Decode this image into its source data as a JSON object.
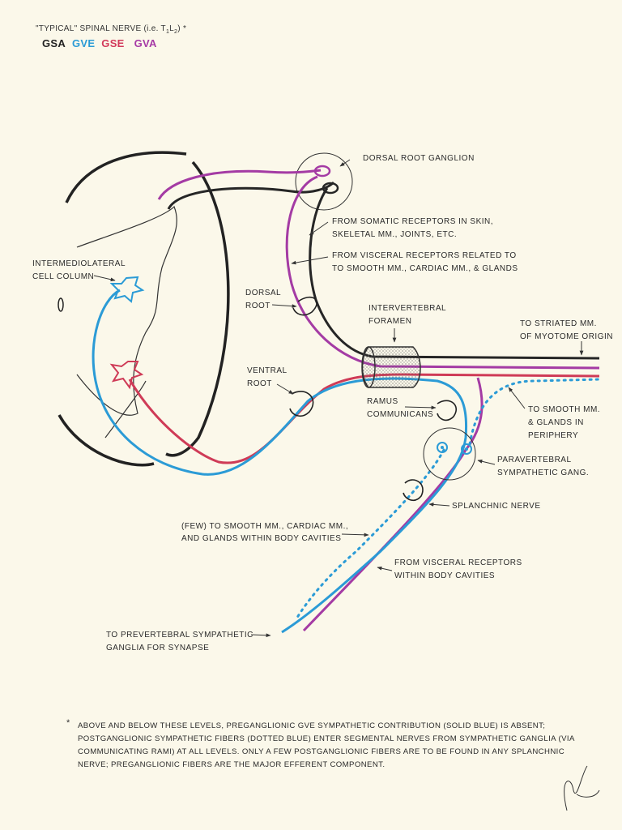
{
  "header": {
    "title": "\"TYPICAL\" SPINAL NERVE (i.e. T",
    "sub1": "1",
    "mid": "L",
    "sub2": "2",
    "tail": ") *"
  },
  "legend": [
    {
      "text": "GSA",
      "color": "#222222"
    },
    {
      "text": "GVE",
      "color": "#2b9bd6"
    },
    {
      "text": "GSE",
      "color": "#d23a5a"
    },
    {
      "text": "GVA",
      "color": "#a63aa6"
    }
  ],
  "colors": {
    "gsa": "#262626",
    "gve": "#2b9bd6",
    "gse": "#cf3b57",
    "gva": "#a43ba4"
  },
  "labels": {
    "drg": "DORSAL ROOT GANGLION",
    "somatic1": "FROM SOMATIC RECEPTORS IN SKIN,",
    "somatic2": "SKELETAL MM., JOINTS, ETC.",
    "visceral1": "FROM VISCERAL RECEPTORS RELATED TO",
    "visceral2": "TO SMOOTH MM., CARDIAC MM., & GLANDS",
    "imlc1": "INTERMEDIOLATERAL",
    "imlc2": "CELL COLUMN",
    "dorsal1": "DORSAL",
    "dorsal2": "ROOT",
    "iv1": "INTERVERTEBRAL",
    "iv2": "FORAMEN",
    "striated1": "TO STRIATED MM.",
    "striated2": "OF MYOTOME ORIGIN",
    "ventral1": "VENTRAL",
    "ventral2": "ROOT",
    "ramus1": "RAMUS",
    "ramus2": "COMMUNICANS",
    "smooth1": "TO SMOOTH MM.",
    "smooth2": "& GLANDS IN",
    "smooth3": "PERIPHERY",
    "para1": "PARAVERTEBRAL",
    "para2": "SYMPATHETIC GANG.",
    "splanchnic": "SPLANCHNIC NERVE",
    "few1": "(FEW) TO SMOOTH MM., CARDIAC MM.,",
    "few2": "AND GLANDS WITHIN BODY CAVITIES",
    "fromvis1": "FROM VISCERAL RECEPTORS",
    "fromvis2": "WITHIN BODY CAVITIES",
    "prever1": "TO PREVERTEBRAL SYMPATHETIC",
    "prever2": "GANGLIA FOR SYNAPSE"
  },
  "footnote": {
    "bullet": "*",
    "text": "ABOVE AND BELOW THESE LEVELS, PREGANGLIONIC GVE SYMPATHETIC CONTRIBUTION (SOLID BLUE) IS ABSENT; POSTGANGLIONIC SYMPATHETIC FIBERS (DOTTED BLUE) ENTER SEGMENTAL NERVES FROM SYMPATHETIC GANGLIA (VIA COMMUNICATING RAMI) AT ALL LEVELS.  ONLY A FEW POSTGANGLIONIC FIBERS ARE TO BE FOUND IN ANY SPLANCHNIC NERVE; PREGANGLIONIC FIBERS ARE THE MAJOR  EFFERENT COMPONENT."
  }
}
